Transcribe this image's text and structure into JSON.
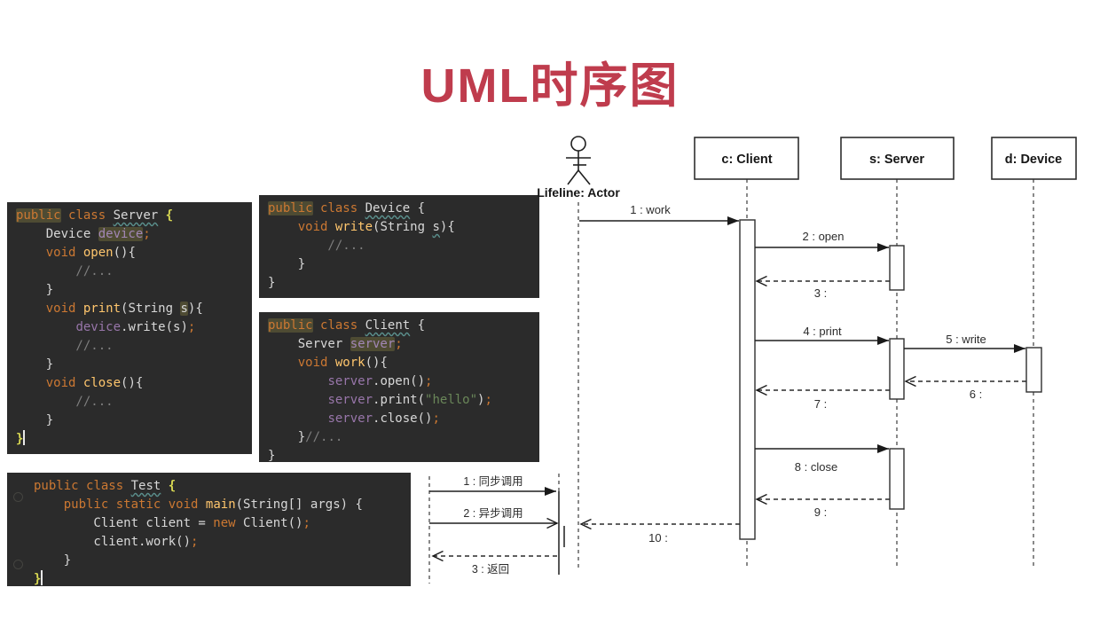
{
  "title": "UML时序图",
  "title_color": "#bf3c4d",
  "code_theme": {
    "background": "#2b2b2b",
    "keyword": "#cc7832",
    "method": "#ffc66d",
    "field": "#9876aa",
    "string": "#6a8759",
    "comment": "#7e7e7e",
    "plain": "#d8d8d8",
    "brace": "#d8d852",
    "highlight_bg": "#4e4b33"
  },
  "panels": {
    "server": {
      "lines": [
        [
          [
            "kwh",
            "public"
          ],
          [
            "pl",
            " "
          ],
          [
            "kw",
            "class"
          ],
          [
            "pl",
            " "
          ],
          [
            "cls",
            "Server"
          ],
          [
            "pl",
            " "
          ],
          [
            "br",
            "{"
          ]
        ],
        [
          [
            "pl",
            "    Device "
          ],
          [
            "fdh",
            "device"
          ],
          [
            "sm",
            ";"
          ]
        ],
        [
          [
            "pl",
            "    "
          ],
          [
            "kw",
            "void"
          ],
          [
            "pl",
            " "
          ],
          [
            "mt",
            "open"
          ],
          [
            "pl",
            "(){"
          ]
        ],
        [
          [
            "cm",
            "        //..."
          ]
        ],
        [
          [
            "pl",
            "    }"
          ]
        ],
        [
          [
            "pl",
            "    "
          ],
          [
            "kw",
            "void"
          ],
          [
            "pl",
            " "
          ],
          [
            "mt",
            "print"
          ],
          [
            "pl",
            "(String "
          ],
          [
            "hl",
            "s"
          ],
          [
            "pl",
            "){"
          ]
        ],
        [
          [
            "pl",
            "        "
          ],
          [
            "fd",
            "device"
          ],
          [
            "pl",
            ".write(s)"
          ],
          [
            "sm",
            ";"
          ]
        ],
        [
          [
            "cm",
            "        //..."
          ]
        ],
        [
          [
            "pl",
            "    }"
          ]
        ],
        [
          [
            "pl",
            "    "
          ],
          [
            "kw",
            "void"
          ],
          [
            "pl",
            " "
          ],
          [
            "mt",
            "close"
          ],
          [
            "pl",
            "(){"
          ]
        ],
        [
          [
            "cm",
            "        //..."
          ]
        ],
        [
          [
            "pl",
            "    }"
          ]
        ],
        [
          [
            "br",
            "}"
          ],
          [
            "cur",
            ""
          ]
        ]
      ]
    },
    "device": {
      "lines": [
        [
          [
            "kwh",
            "public"
          ],
          [
            "pl",
            " "
          ],
          [
            "kw",
            "class"
          ],
          [
            "pl",
            " "
          ],
          [
            "cls",
            "Device"
          ],
          [
            "pl",
            " {"
          ]
        ],
        [
          [
            "pl",
            "    "
          ],
          [
            "kw",
            "void"
          ],
          [
            "pl",
            " "
          ],
          [
            "mt",
            "write"
          ],
          [
            "pl",
            "(String "
          ],
          [
            "cls",
            "s"
          ],
          [
            "pl",
            "){"
          ]
        ],
        [
          [
            "cm",
            "        //..."
          ]
        ],
        [
          [
            "pl",
            "    }"
          ]
        ],
        [
          [
            "pl",
            "}"
          ]
        ]
      ]
    },
    "client": {
      "lines": [
        [
          [
            "kwh",
            "public"
          ],
          [
            "pl",
            " "
          ],
          [
            "kw",
            "class"
          ],
          [
            "pl",
            " "
          ],
          [
            "cls",
            "Client"
          ],
          [
            "pl",
            " {"
          ]
        ],
        [
          [
            "pl",
            "    Server "
          ],
          [
            "fdh",
            "server"
          ],
          [
            "sm",
            ";"
          ]
        ],
        [
          [
            "pl",
            "    "
          ],
          [
            "kw",
            "void"
          ],
          [
            "pl",
            " "
          ],
          [
            "mt",
            "work"
          ],
          [
            "pl",
            "(){"
          ]
        ],
        [
          [
            "pl",
            "        "
          ],
          [
            "fd",
            "server"
          ],
          [
            "pl",
            ".open()"
          ],
          [
            "sm",
            ";"
          ]
        ],
        [
          [
            "pl",
            "        "
          ],
          [
            "fd",
            "server"
          ],
          [
            "pl",
            ".print("
          ],
          [
            "st",
            "\"hello\""
          ],
          [
            "pl",
            ")"
          ],
          [
            "sm",
            ";"
          ]
        ],
        [
          [
            "pl",
            "        "
          ],
          [
            "fd",
            "server"
          ],
          [
            "pl",
            ".close()"
          ],
          [
            "sm",
            ";"
          ]
        ],
        [
          [
            "pl",
            "    }"
          ],
          [
            "cm",
            "//..."
          ]
        ],
        [
          [
            "pl",
            "}"
          ]
        ]
      ]
    },
    "test": {
      "lines": [
        [
          [
            "kw",
            "public"
          ],
          [
            "pl",
            " "
          ],
          [
            "kw",
            "class"
          ],
          [
            "pl",
            " "
          ],
          [
            "cls",
            "Test"
          ],
          [
            "pl",
            " "
          ],
          [
            "br",
            "{"
          ]
        ],
        [
          [
            "pl",
            "    "
          ],
          [
            "kw",
            "public"
          ],
          [
            "pl",
            " "
          ],
          [
            "kw",
            "static"
          ],
          [
            "pl",
            " "
          ],
          [
            "kw",
            "void"
          ],
          [
            "pl",
            " "
          ],
          [
            "mt",
            "main"
          ],
          [
            "pl",
            "(String[] args) {"
          ]
        ],
        [
          [
            "pl",
            "        Client client = "
          ],
          [
            "kw",
            "new"
          ],
          [
            "pl",
            " Client()"
          ],
          [
            "sm",
            ";"
          ]
        ],
        [
          [
            "pl",
            "        client.work()"
          ],
          [
            "sm",
            ";"
          ]
        ],
        [
          [
            "pl",
            "    }"
          ]
        ],
        [
          [
            "br",
            "}"
          ],
          [
            "cur",
            ""
          ]
        ]
      ]
    }
  },
  "diagram": {
    "actor_label": "Lifeline: Actor",
    "participants": [
      {
        "label": "c: Client"
      },
      {
        "label": "s: Server"
      },
      {
        "label": "d: Device"
      }
    ],
    "messages": [
      "1 : work",
      "2 : open",
      "3 :",
      "4 : print",
      "5 : write",
      "6 :",
      "7 :",
      "8 : close",
      "9 :",
      "10 :"
    ],
    "legend": [
      "1 : 同步调用",
      "2 : 异步调用",
      "3 : 返回"
    ]
  }
}
